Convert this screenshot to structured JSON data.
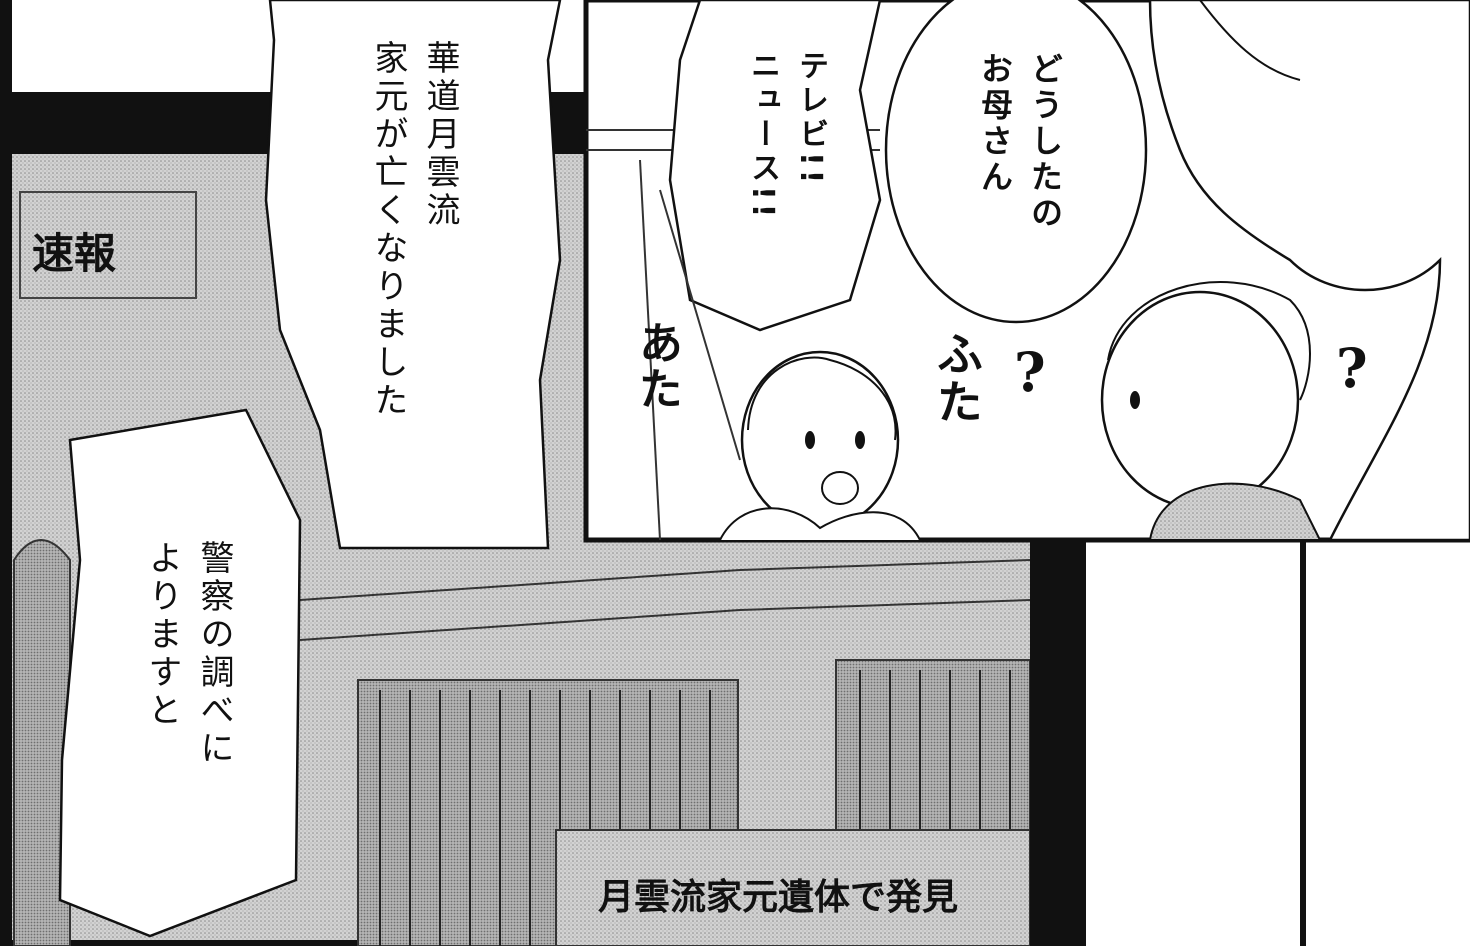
{
  "left_panel": {
    "breaking_label": "速報",
    "caption_headline": "月雲流家元遺体で発見",
    "bubble_1": "華道月雲流\n家元が亡くなりました",
    "bubble_2": "警察の調べに\nよりますと"
  },
  "right_panel": {
    "bubble_tv": "テレビ!!\nニュース!!",
    "bubble_mother": "どうしたの\nお母さん",
    "sfx_ata": "あた",
    "sfx_futa": "ふた",
    "question_1": "?",
    "question_2": "?"
  },
  "colors": {
    "ink": "#111111",
    "screentone": "#c9c9c9",
    "paper": "#ffffff"
  }
}
